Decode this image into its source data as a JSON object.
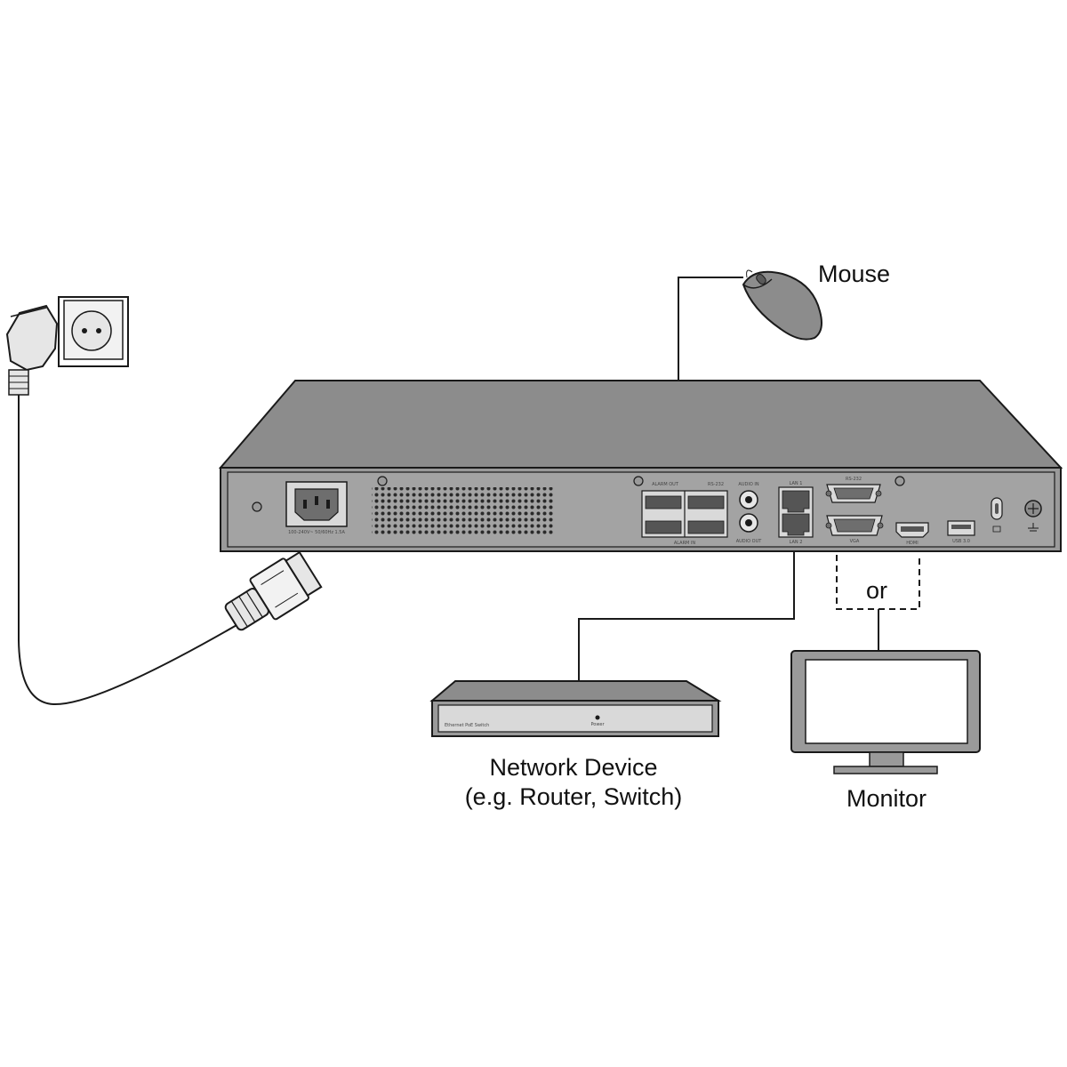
{
  "labels": {
    "mouse": "Mouse",
    "or": "or",
    "network_device_line1": "Network Device",
    "network_device_line2": "(e.g. Router, Switch)",
    "monitor": "Monitor"
  },
  "nvr_port_labels": {
    "power": "100-240V~ 50/60Hz 1.5A",
    "alarm_out": "ALARM OUT",
    "rs232": "RS-232",
    "alarm_in": "ALARM IN",
    "audio_in": "AUDIO IN",
    "audio_out": "AUDIO OUT",
    "lan1": "LAN 1",
    "lan2": "LAN 2",
    "vga": "VGA",
    "hdmi": "HDMI",
    "usb": "USB 3.0"
  },
  "switch_labels": {
    "name": "Ethernet PoE Switch",
    "power": "Power"
  },
  "colors": {
    "device_fill": "#8c8c8c",
    "panel_fill": "#9a9a9a",
    "line": "#1a1a1a",
    "light_fill": "#d9d9d9"
  }
}
